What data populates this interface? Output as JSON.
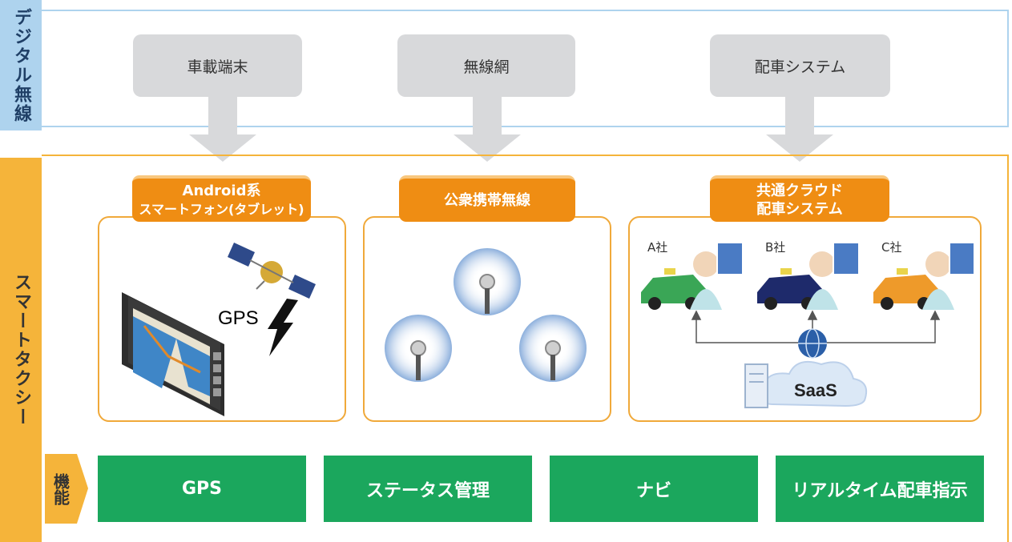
{
  "digital": {
    "side_label": "デジタル無線",
    "boxes": [
      "車載端末",
      "無線網",
      "配車システム"
    ]
  },
  "smart": {
    "side_label": "スマートタクシー",
    "panels": [
      {
        "tag_line1": "Android系",
        "tag_line2": "スマートフォン(タブレット)",
        "gps_label": "GPS"
      },
      {
        "tag_line1": "公衆携帯無線",
        "tag_line2": ""
      },
      {
        "tag_line1": "共通クラウド",
        "tag_line2": "配車システム",
        "companies": [
          "A社",
          "B社",
          "C社"
        ],
        "saas_label": "SaaS"
      }
    ]
  },
  "functions": {
    "side_label": "機能",
    "items": [
      "GPS",
      "ステータス管理",
      "ナビ",
      "リアルタイム配車指示"
    ]
  },
  "colors": {
    "digital_band": "#aed3ee",
    "smart_band": "#f5b43a",
    "tag_orange": "#ef8d13",
    "function_green": "#1ba75d",
    "arrow_gray": "#d8d9db"
  }
}
